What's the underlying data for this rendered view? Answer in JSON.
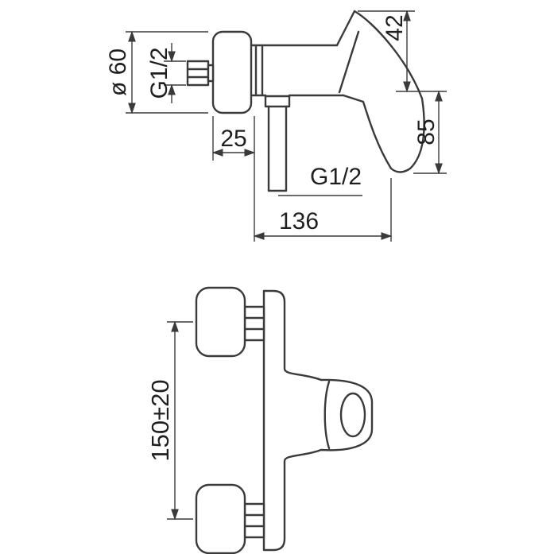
{
  "drawing": {
    "background": "#ffffff",
    "line_color": "#3a3a3a",
    "text_color": "#1f1f1f"
  },
  "side_view": {
    "flange_diameter": "ø 60",
    "inlet_thread": "G1/2",
    "handle_height": "42",
    "flange_depth": "25",
    "drop_height": "85",
    "outlet_thread": "G1/2",
    "overall_depth": "136"
  },
  "front_view": {
    "inlet_spacing": "150±20"
  }
}
